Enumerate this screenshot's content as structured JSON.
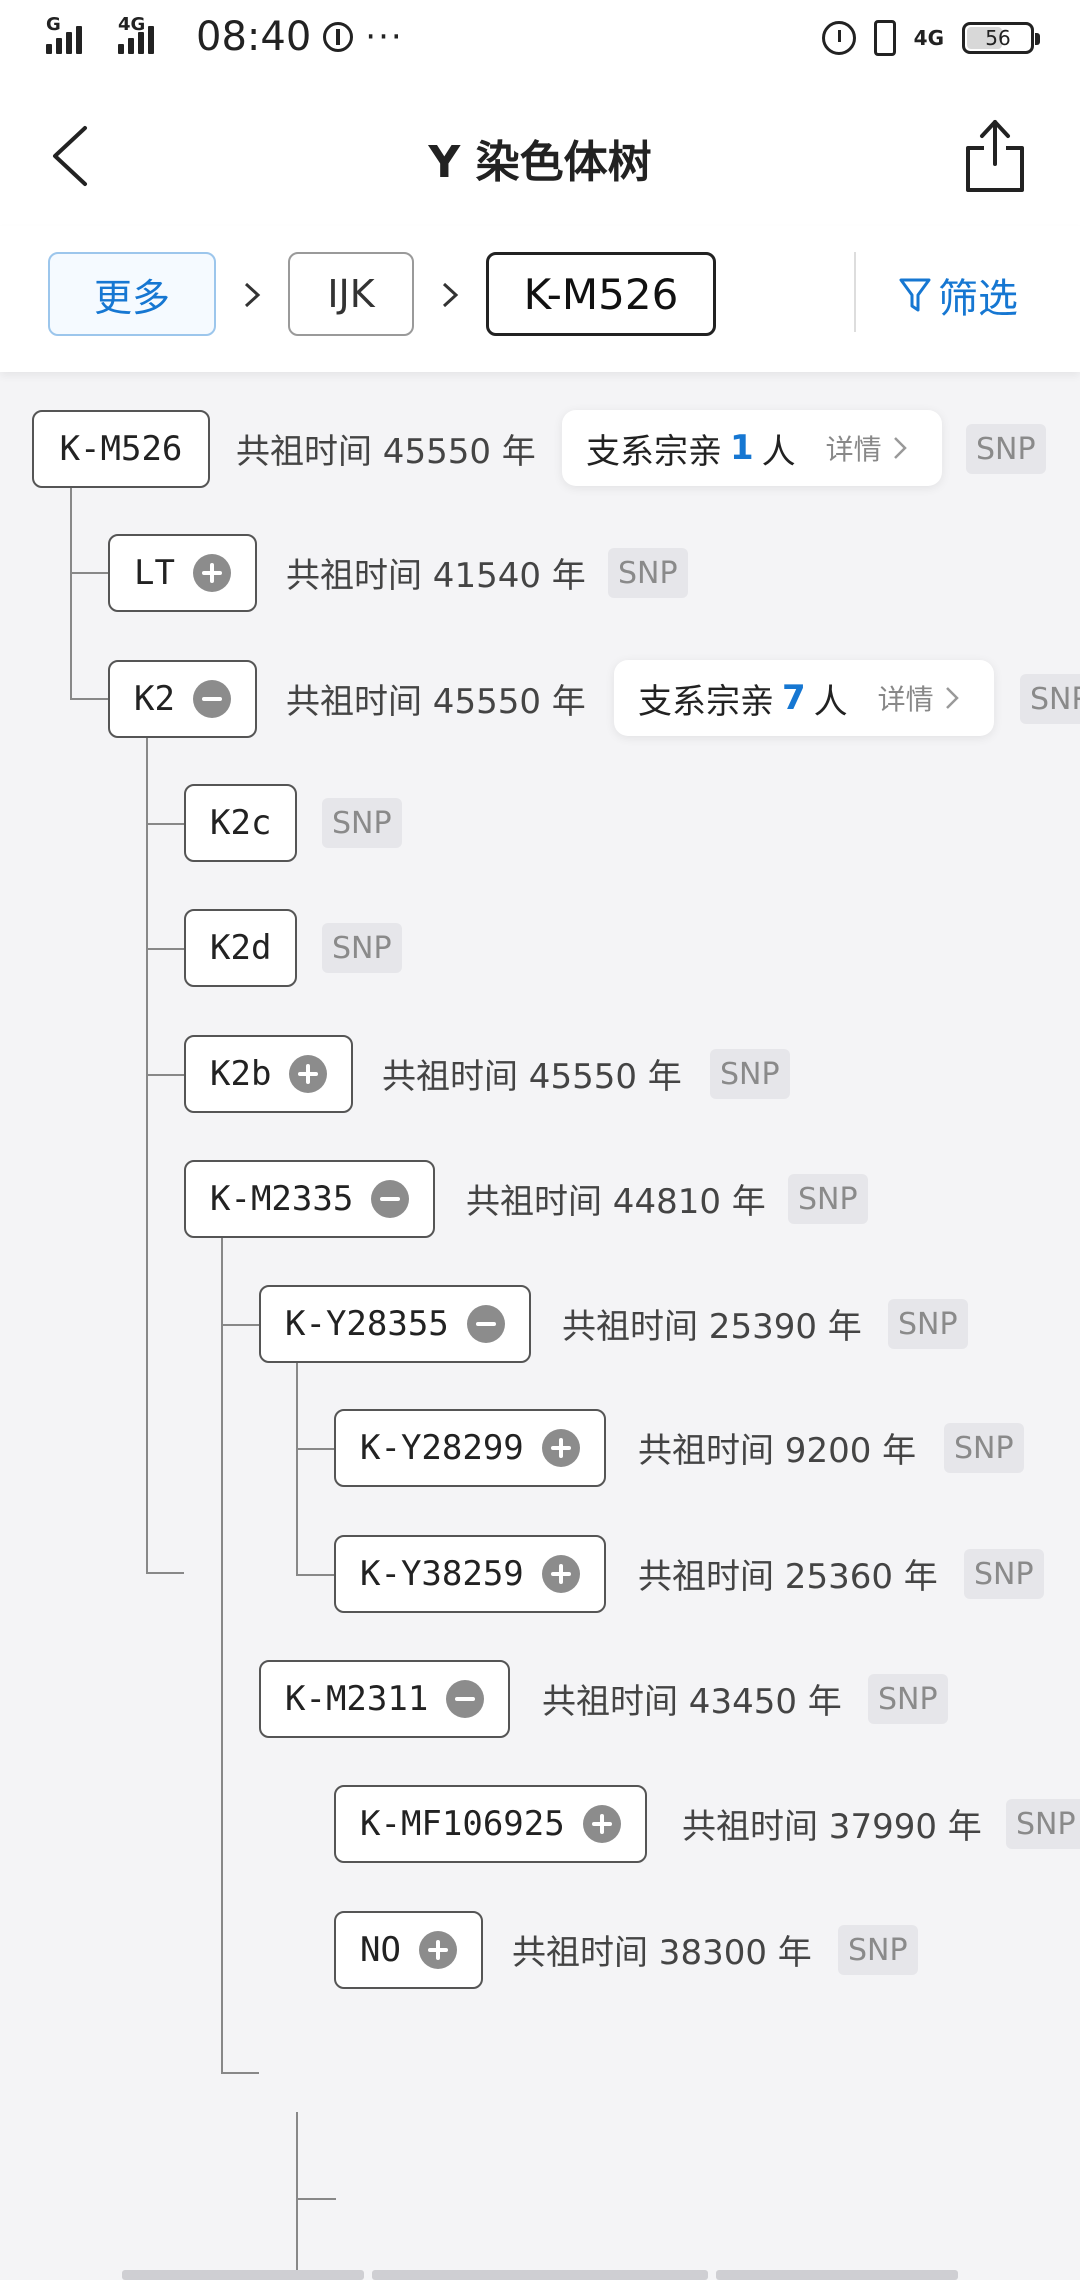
{
  "status_bar": {
    "sim1_tag": "G",
    "sim2_tag": "4G",
    "time": "08:40",
    "extra": "···",
    "net_tag": "4G",
    "battery": "56",
    "battery_level": 0.56
  },
  "header": {
    "title": "Y 染色体树"
  },
  "breadcrumb": {
    "more": "更多",
    "parent": "IJK",
    "current": "K-M526",
    "filter": "筛选"
  },
  "tree": {
    "root": {
      "name": "K-M526",
      "time": "共祖时间 45550 年",
      "card": {
        "prefix": "支系宗亲",
        "count": "1",
        "suffix": "人",
        "detail": "详情"
      },
      "snp": "SNP"
    },
    "lt": {
      "name": "LT",
      "time": "共祖时间 41540 年",
      "snp": "SNP"
    },
    "k2": {
      "name": "K2",
      "time": "共祖时间 45550 年",
      "card": {
        "prefix": "支系宗亲",
        "count": "7",
        "suffix": "人",
        "detail": "详情"
      },
      "snp": "SNP"
    },
    "k2c": {
      "name": "K2c",
      "snp": "SNP"
    },
    "k2d": {
      "name": "K2d",
      "snp": "SNP"
    },
    "k2b": {
      "name": "K2b",
      "time": "共祖时间 45550 年",
      "snp": "SNP"
    },
    "km2335": {
      "name": "K-M2335",
      "time": "共祖时间 44810 年",
      "snp": "SNP"
    },
    "ky28355": {
      "name": "K-Y28355",
      "time": "共祖时间 25390 年",
      "snp": "SNP"
    },
    "ky28299": {
      "name": "K-Y28299",
      "time": "共祖时间 9200 年",
      "snp": "SNP"
    },
    "ky38259": {
      "name": "K-Y38259",
      "time": "共祖时间 25360 年",
      "snp": "SNP"
    },
    "km2311": {
      "name": "K-M2311",
      "time": "共祖时间 43450 年",
      "snp": "SNP"
    },
    "kmf106925": {
      "name": "K-MF106925",
      "time": "共祖时间 37990 年",
      "snp": "SNP"
    },
    "no": {
      "name": "NO",
      "time": "共祖时间 38300 年",
      "snp": "SNP"
    }
  }
}
